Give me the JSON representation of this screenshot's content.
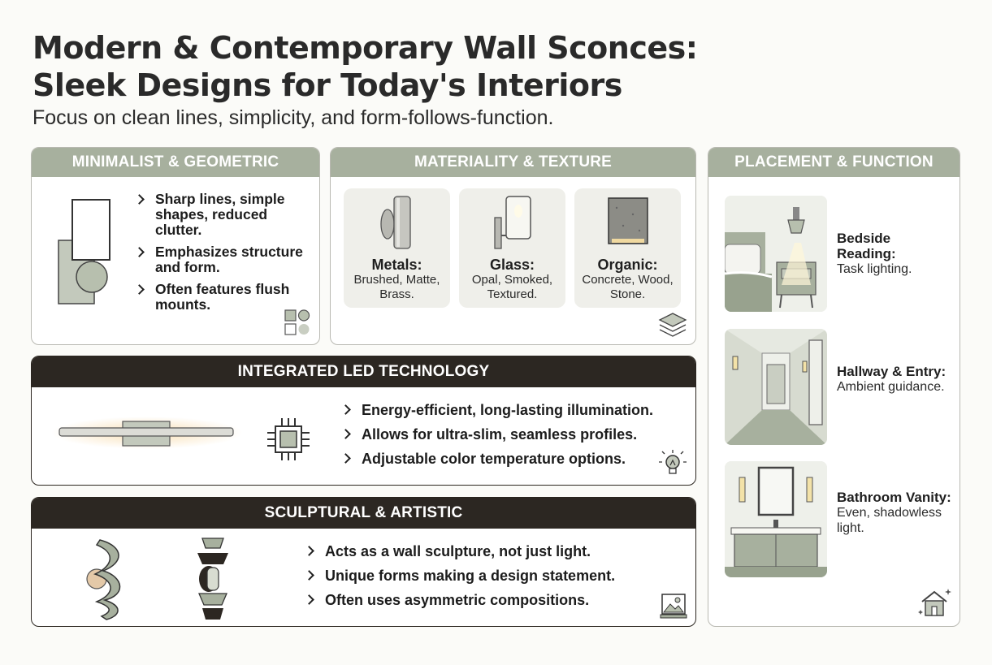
{
  "header": {
    "title_line1": "Modern & Contemporary Wall Sconces:",
    "title_line2": "Sleek Designs for Today's Interiors",
    "subtitle": "Focus on clean lines, simplicity, and form-follows-function."
  },
  "minimalist": {
    "heading": "MINIMALIST & GEOMETRIC",
    "bullets": [
      "Sharp lines, simple shapes, reduced clutter.",
      "Emphasizes structure and form.",
      "Often features flush mounts."
    ]
  },
  "materiality": {
    "heading": "MATERIALITY & TEXTURE",
    "tiles": [
      {
        "label": "Metals:",
        "desc": "Brushed, Matte, Brass."
      },
      {
        "label": "Glass:",
        "desc": "Opal, Smoked, Textured."
      },
      {
        "label": "Organic:",
        "desc": "Concrete, Wood, Stone."
      }
    ]
  },
  "led": {
    "heading": "INTEGRATED LED TECHNOLOGY",
    "bullets": [
      "Energy-efficient, long-lasting illumination.",
      "Allows for ultra-slim, seamless profiles.",
      "Adjustable color temperature options."
    ]
  },
  "sculptural": {
    "heading": "SCULPTURAL & ARTISTIC",
    "bullets": [
      "Acts as a wall sculpture, not just light.",
      "Unique forms making a design statement.",
      "Often uses asymmetric compositions."
    ]
  },
  "placement": {
    "heading": "PLACEMENT & FUNCTION",
    "items": [
      {
        "label": "Bedside Reading:",
        "desc": "Task lighting."
      },
      {
        "label": "Hallway & Entry:",
        "desc": "Ambient guidance."
      },
      {
        "label": "Bathroom Vanity:",
        "desc": "Even, shadowless light."
      }
    ]
  },
  "colors": {
    "sage": "#a7b09e",
    "dark": "#2c2722",
    "sage_dark": "#8d9786",
    "tile_bg": "#efefea"
  }
}
